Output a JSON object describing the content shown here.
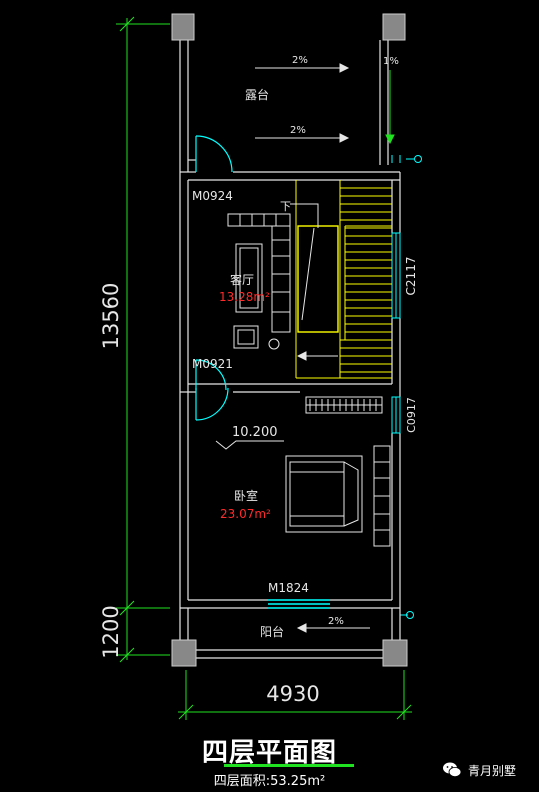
{
  "rooms": {
    "terrace_top": "露台",
    "living": "客厅",
    "living_area": "13.28m²",
    "bedroom": "卧室",
    "bedroom_area": "23.07m²",
    "balcony": "阳台"
  },
  "doors": {
    "m0924": "M0924",
    "m0921": "M0921",
    "m1824": "M1824"
  },
  "windows": {
    "c2117": "C2117",
    "c0917": "C0917"
  },
  "slopes": {
    "terrace_upper": "2%",
    "terrace_lower": "2%",
    "right_gutter": "1%",
    "balcony": "2%"
  },
  "stair_label": "下",
  "elevation": "10.200",
  "dimensions": {
    "height_main": "13560",
    "height_balcony": "1200",
    "width": "4930"
  },
  "title": "四层平面图",
  "subtitle": "四层面积:53.25m²",
  "watermark": "青月别墅",
  "colors": {
    "background": "#000000",
    "walls": "#e6e6e6",
    "dimension_lines": "#21e221",
    "stairs": "#ffff00",
    "windows": "#00ffff",
    "doors": "#00ffff",
    "area_text": "#ff2a2a"
  }
}
